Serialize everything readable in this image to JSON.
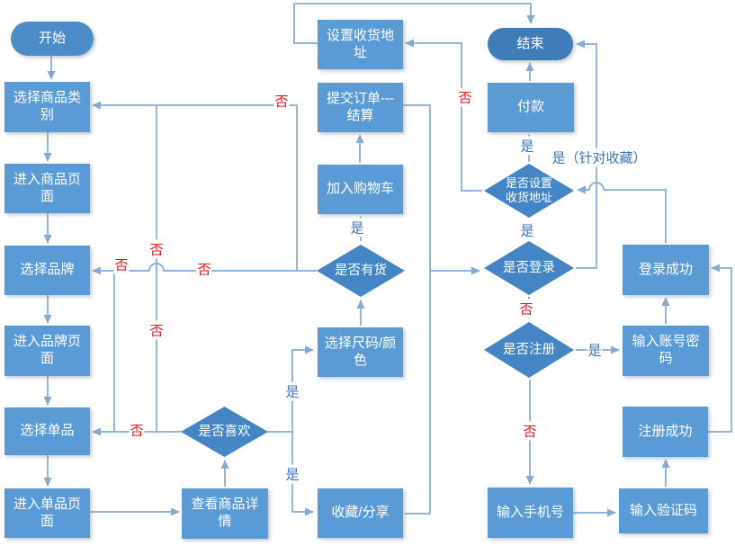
{
  "nodes": {
    "start": {
      "label": "开始"
    },
    "category": {
      "label": "选择商品类别"
    },
    "product_page": {
      "label": "进入商品页面"
    },
    "brand": {
      "label": "选择品牌"
    },
    "brand_page": {
      "label": "进入品牌页面"
    },
    "item": {
      "label": "选择单品"
    },
    "item_page": {
      "label": "进入单品页面"
    },
    "detail": {
      "label": "查看商品详情"
    },
    "like_q": {
      "label": "是否喜欢"
    },
    "size": {
      "label": "选择尺码/颜色"
    },
    "favorite": {
      "label": "收藏/分享"
    },
    "stock_q": {
      "label": "是否有货"
    },
    "cart": {
      "label": "加入购物车"
    },
    "order": {
      "label": "提交订单---结算"
    },
    "set_address": {
      "label": "设置收货地址"
    },
    "end": {
      "label": "结束"
    },
    "pay": {
      "label": "付款"
    },
    "address_q": {
      "label": "是否设置收货地址"
    },
    "login_q": {
      "label": "是否登录"
    },
    "register_q": {
      "label": "是否注册"
    },
    "phone": {
      "label": "输入手机号"
    },
    "login_ok": {
      "label": "登录成功"
    },
    "account": {
      "label": "输入账号密码"
    },
    "register_ok": {
      "label": "注册成功"
    },
    "code": {
      "label": "输入验证码"
    }
  },
  "edge_labels": {
    "yes": "是",
    "no": "否",
    "yes_for_favorite": "是（针对收藏）"
  },
  "colors": {
    "process": "#5b9bd5",
    "decision": "#4485c5",
    "term-start": "#4c8dc9",
    "term-end": "#3e7cba",
    "connector": "#84aad6",
    "label-no": "#e8151d",
    "label-yes": "#3c72b8",
    "node-text": "#ffffff"
  }
}
